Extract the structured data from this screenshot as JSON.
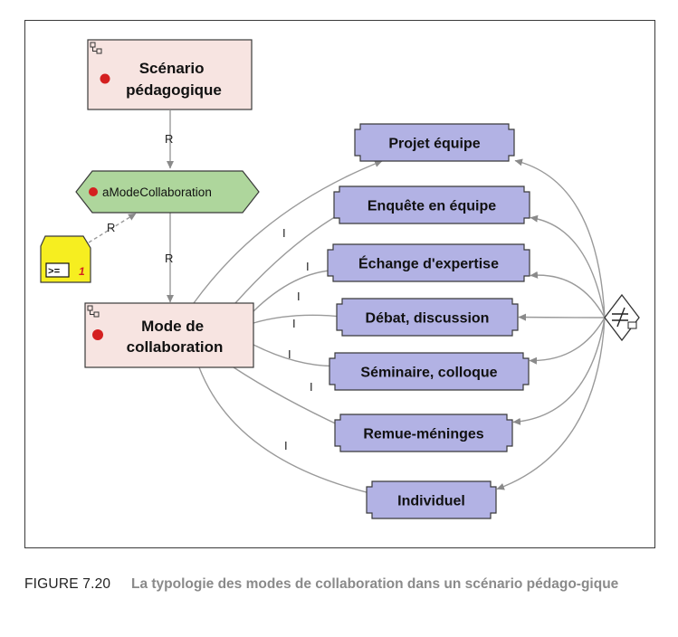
{
  "diagram": {
    "nodes": {
      "scenario": "Scénario\npédagogique",
      "amode": "aModeCollaboration",
      "mode": "Mode de\ncollaboration",
      "cond_operator": ">=",
      "cond_value": "1"
    },
    "types": [
      "Projet équipe",
      "Enquête en équipe",
      "Échange d'expertise",
      "Débat, discussion",
      "Séminaire, colloque",
      "Remue-méninges",
      "Individuel"
    ],
    "links": {
      "r1": "R",
      "r2": "R",
      "r3": "R",
      "instance": "I"
    },
    "colors": {
      "scenario_fill": "#f7e4e1",
      "amode_fill": "#aed69c",
      "type_fill": "#b2b2e4",
      "condition_fill": "#f6ee20",
      "bullet": "#d42020",
      "edge": "#9a9a9a"
    },
    "icons": {
      "node_corner": "hierarchy-icon",
      "node_bullet": "red-dot-icon",
      "disjoint": "not-equal-diamond-icon"
    }
  },
  "caption": {
    "number": "FIGURE 7.20",
    "text": "La typologie des modes de collaboration dans un scénario pédago-gique"
  }
}
